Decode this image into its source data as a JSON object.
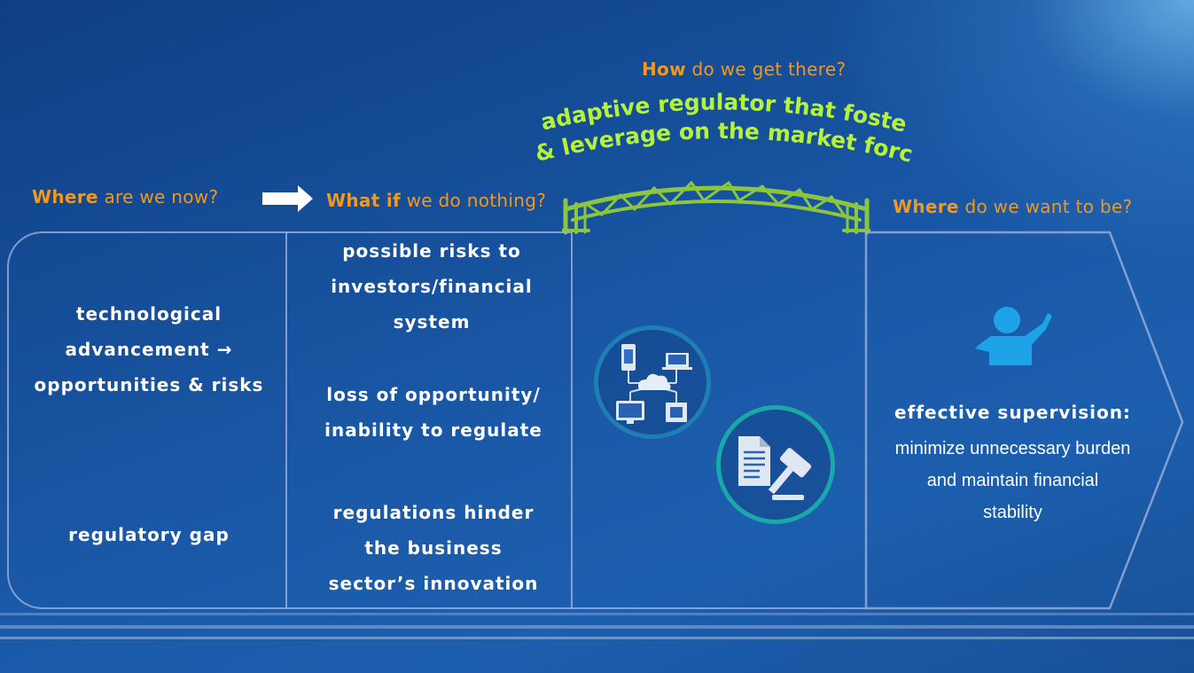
{
  "headers": {
    "now": {
      "strong": "Where",
      "rest": " are we now?"
    },
    "nothing": {
      "strong": "What if",
      "rest": " we do nothing?"
    },
    "how": {
      "strong": "How",
      "rest": " do we get there?"
    },
    "want": {
      "strong": "Where",
      "rest": " do we want to be?"
    }
  },
  "bridge_text": {
    "line1": "adaptive regulator that foster",
    "line2": "& leverage on the market force"
  },
  "column_now": {
    "item1": [
      "technological",
      "advancement →",
      "opportunities & risks"
    ],
    "item2": "regulatory gap"
  },
  "column_nothing": {
    "item1": [
      "possible risks to",
      "investors/financial",
      "system"
    ],
    "item2": [
      "loss of opportunity/",
      "inability to regulate"
    ],
    "item3": [
      "regulations hinder",
      "the business",
      "sector’s innovation"
    ]
  },
  "column_want": {
    "title": "effective supervision:",
    "body": [
      "minimize unnecessary burden",
      "and maintain financial",
      "stability"
    ]
  },
  "icons": [
    "arrow-right-icon",
    "bridge-icon",
    "network-cloud-icon",
    "document-gavel-icon",
    "person-pointing-icon"
  ],
  "colors": {
    "accent_orange": "#f0981f",
    "bridge_green": "#8cc63f",
    "bridge_text": "#b6f23a",
    "icon_teal": "#1aa8a8",
    "person_blue": "#1fa3e8"
  }
}
